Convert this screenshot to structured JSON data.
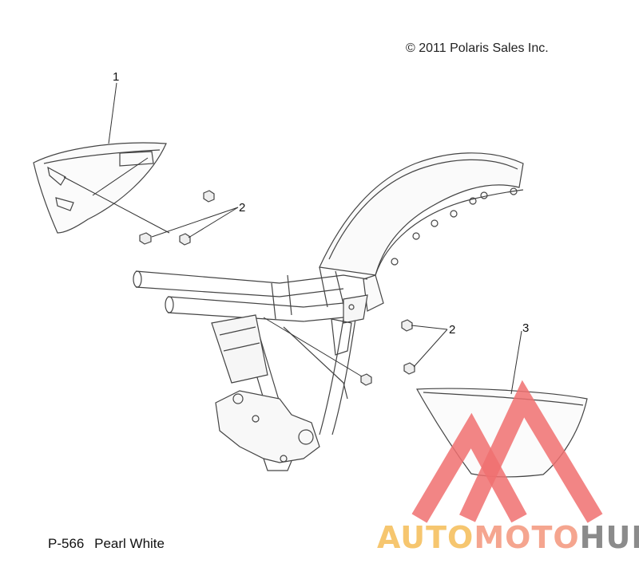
{
  "copyright": "© 2011 Polaris Sales Inc.",
  "caption": {
    "code": "P-566",
    "color_name": "Pearl White"
  },
  "callouts": [
    "1",
    "2",
    "2",
    "3"
  ],
  "watermark": {
    "part1": "AUTO",
    "part2": "MOTO",
    "part3": "HUB",
    "colors": [
      "#f6c66f",
      "#f5a58f",
      "#8b8b8b"
    ]
  },
  "colors": {
    "line": "#444444",
    "watermark_red": "#f07070"
  }
}
